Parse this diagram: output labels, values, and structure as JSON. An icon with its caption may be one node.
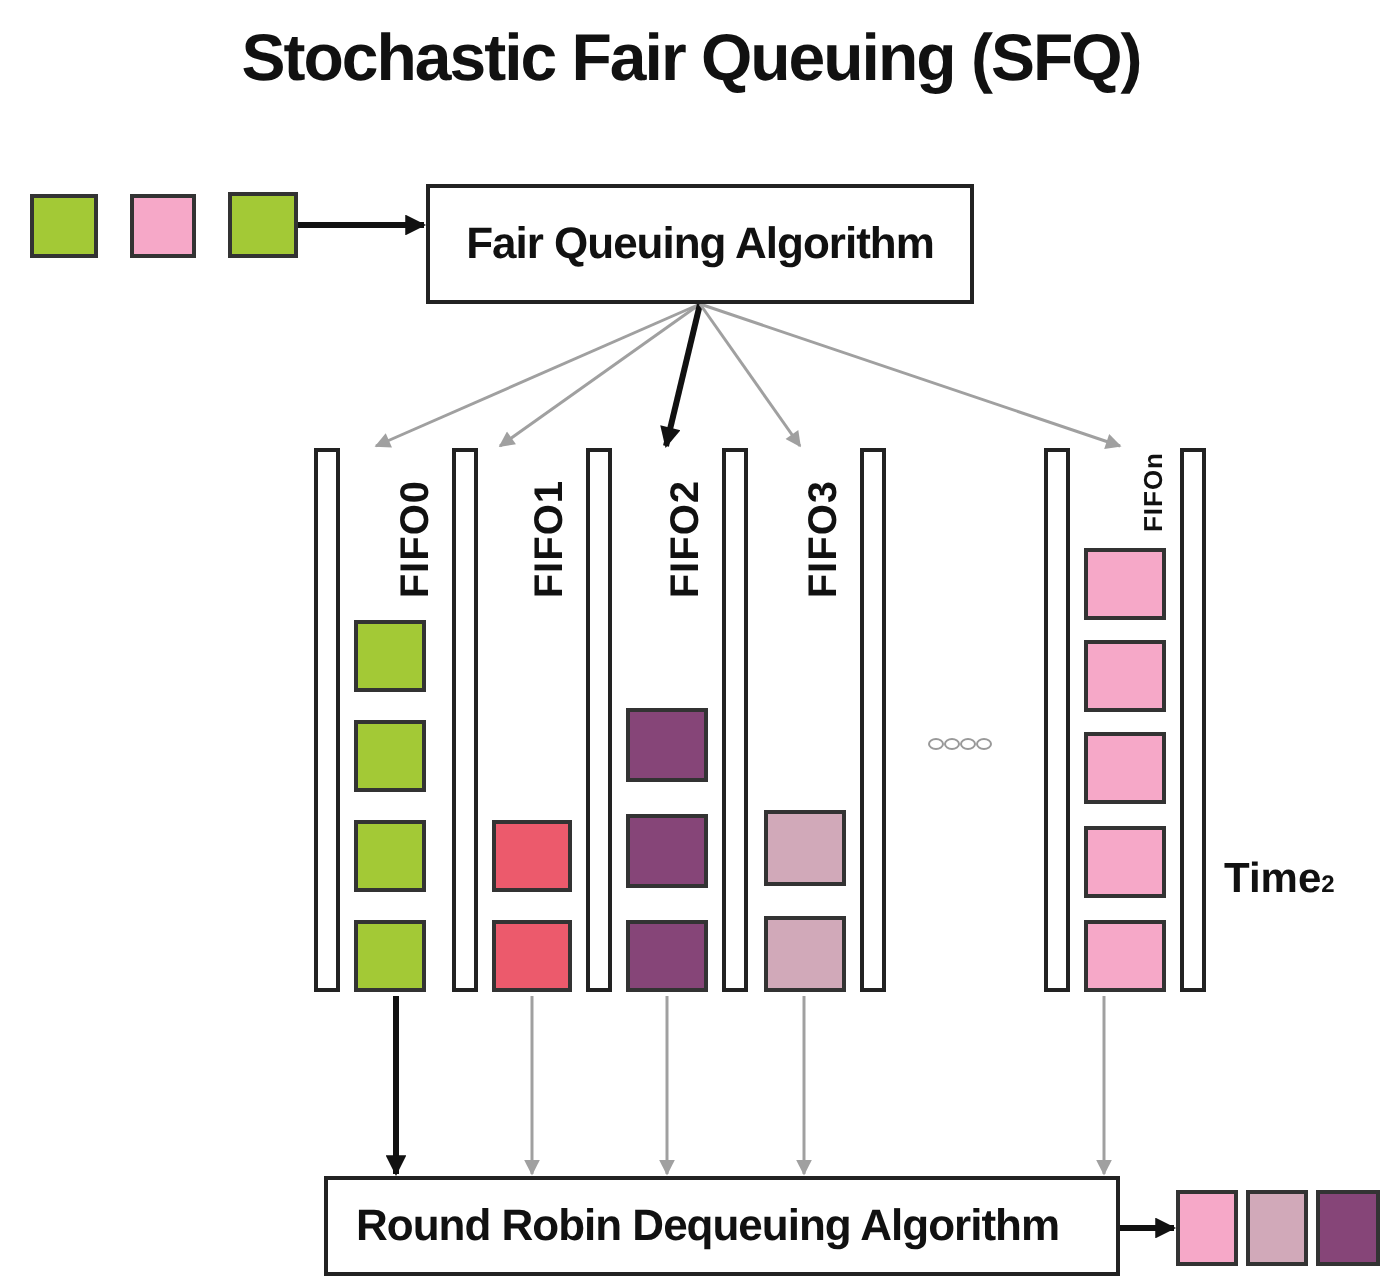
{
  "diagram": {
    "title": "Stochastic Fair Queuing (SFQ)",
    "nodes": [
      {
        "text": [],
        "shape": "box"
      },
      {
        "text": [],
        "shape": "box"
      },
      {
        "text": [],
        "shape": "box"
      },
      {
        "text": [
          "Fair Queuing Algorithm"
        ]
      },
      {
        "text": [
          "FIFO0"
        ]
      },
      {
        "text": [],
        "shape": "box",
        "in": 4
      },
      {
        "text": [],
        "shape": "box",
        "in": 4
      },
      {
        "text": [],
        "shape": "box",
        "in": 4
      },
      {
        "text": [],
        "shape": "box",
        "in": 4
      },
      {
        "text": [
          "FIFO1"
        ]
      },
      {
        "text": [],
        "shape": "box",
        "in": 9
      },
      {
        "text": [],
        "shape": "box",
        "in": 9
      },
      {
        "text": [
          "FIFO2"
        ]
      },
      {
        "text": [],
        "shape": "box",
        "in": 12
      },
      {
        "text": [],
        "shape": "box",
        "in": 12
      },
      {
        "text": [],
        "shape": "box",
        "in": 12
      },
      {
        "text": [
          "FIFO3"
        ]
      },
      {
        "text": [],
        "shape": "box",
        "in": 16
      },
      {
        "text": [],
        "shape": "box",
        "in": 16
      },
      {
        "text": [
          "FIFOn"
        ]
      },
      {
        "text": [],
        "shape": "box",
        "in": 19
      },
      {
        "text": [],
        "shape": "box",
        "in": 19
      },
      {
        "text": [],
        "shape": "box",
        "in": 19
      },
      {
        "text": [],
        "shape": "box",
        "in": 19
      },
      {
        "text": [],
        "shape": "box",
        "in": 19
      },
      {
        "text": [
          "Round Robin Dequeuing Algorithm"
        ]
      },
      {
        "text": [],
        "shape": "box"
      },
      {
        "text": [],
        "shape": "box"
      },
      {
        "text": [],
        "shape": "box"
      }
    ],
    "edges": [
      {
        "from": 2,
        "to": 3,
        "arrow": "to",
        "style": "thick",
        "color": "#111111"
      },
      {
        "from": 3,
        "to": 4,
        "arrow": "to"
      },
      {
        "from": 3,
        "to": 9,
        "arrow": "to"
      },
      {
        "from": 3,
        "to": 12,
        "arrow": "to",
        "style": "thick",
        "color": "#111111"
      },
      {
        "from": 3,
        "to": 16,
        "arrow": "to"
      },
      {
        "from": 3,
        "to": 19,
        "arrow": "to"
      },
      {
        "from": 4,
        "to": 25,
        "arrow": "to",
        "style": "thick",
        "color": "#111111"
      },
      {
        "from": 9,
        "to": 25,
        "arrow": "to"
      },
      {
        "from": 12,
        "to": 25,
        "arrow": "to"
      },
      {
        "from": 16,
        "to": 25,
        "arrow": "to"
      },
      {
        "from": 19,
        "to": 25,
        "arrow": "to"
      },
      {
        "from": 25,
        "to": 26,
        "arrow": "to",
        "style": "thick",
        "color": "#111111"
      }
    ],
    "labels": [
      "Time$_{2}$"
    ]
  }
}
